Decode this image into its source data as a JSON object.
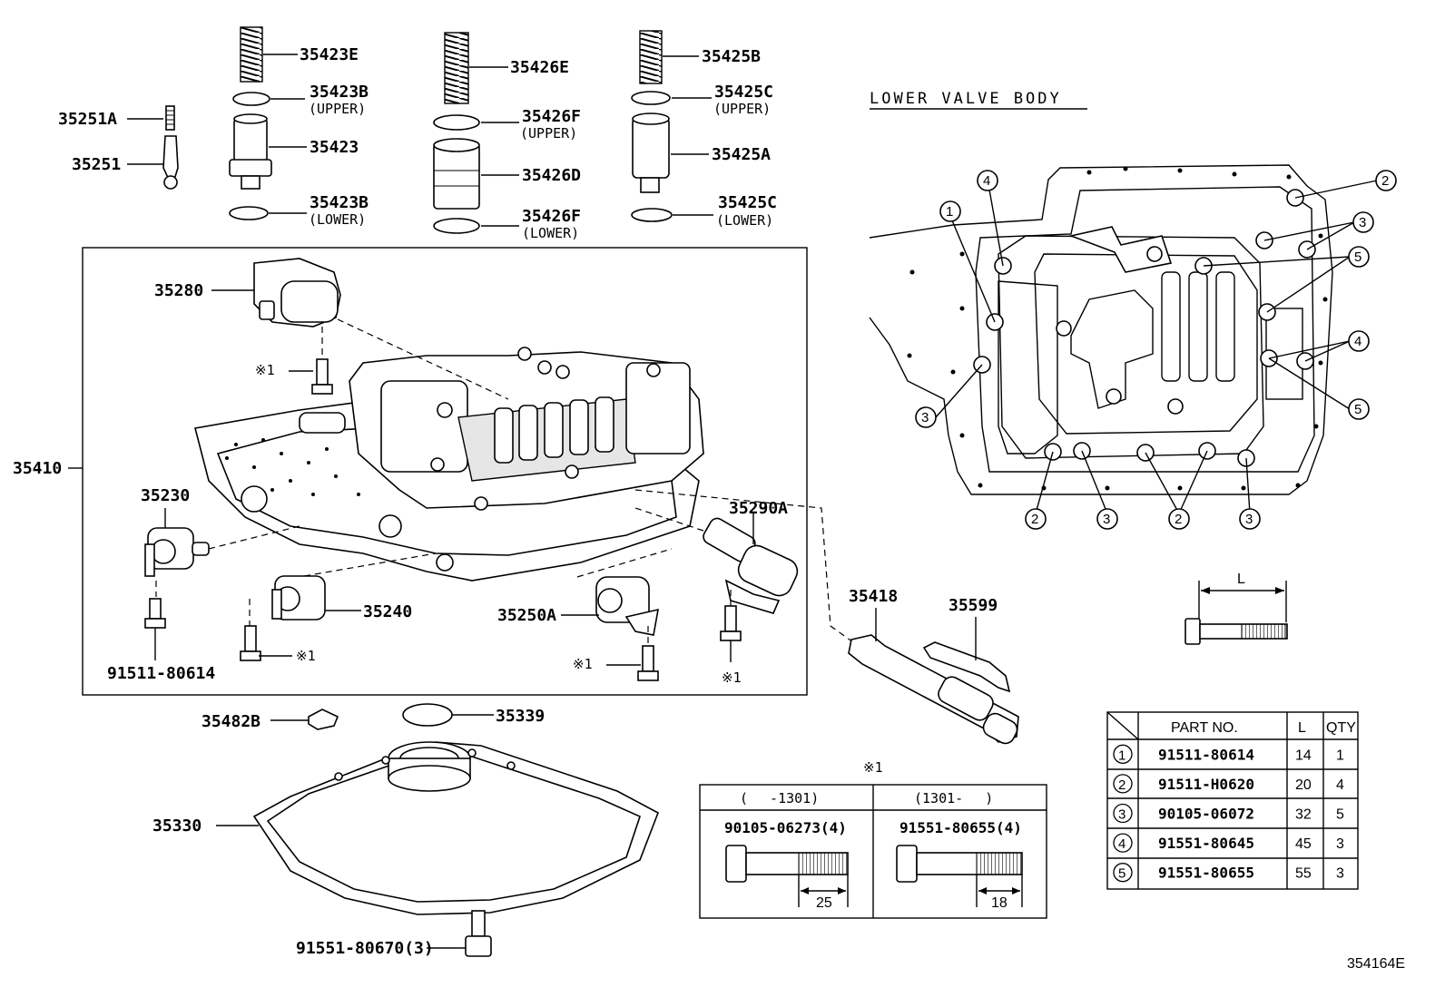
{
  "labels": {
    "p35423E": "35423E",
    "p35423B_upper": "35423B",
    "p35423B_upper_note": "(UPPER)",
    "p35423": "35423",
    "p35423B_lower": "35423B",
    "p35423B_lower_note": "(LOWER)",
    "p35251A": "35251A",
    "p35251": "35251",
    "p35426E": "35426E",
    "p35426F_upper": "35426F",
    "p35426F_upper_note": "(UPPER)",
    "p35426D": "35426D",
    "p35426F_lower": "35426F",
    "p35426F_lower_note": "(LOWER)",
    "p35425B": "35425B",
    "p35425C_upper": "35425C",
    "p35425C_upper_note": "(UPPER)",
    "p35425A": "35425A",
    "p35425C_lower": "35425C",
    "p35425C_lower_note": "(LOWER)",
    "p35280": "35280",
    "p35410": "35410",
    "p35230": "35230",
    "p35290A": "35290A",
    "p35240": "35240",
    "p35250A": "35250A",
    "p91511_80614": "91511-80614",
    "p35418": "35418",
    "p35599": "35599",
    "p35482B": "35482B",
    "p35339": "35339",
    "p35330": "35330",
    "p91551_80670": "91551-80670(3)",
    "note_mark_1": "※1",
    "note_mark_2": "※1",
    "note_mark_3": "※1",
    "note_mark_4": "※1",
    "note_mark_5": "※1",
    "figure_code": "354164E"
  },
  "lower_valve_body": {
    "title": "LOWER VALVE BODY",
    "callouts": [
      "1",
      "2",
      "3",
      "4",
      "5"
    ]
  },
  "bolt_dim": {
    "label": "L"
  },
  "bolt_table": {
    "headers": [
      "PART NO.",
      "L",
      "QTY"
    ],
    "rows": [
      {
        "ref": "1",
        "part_no": "91511-80614",
        "l": "14",
        "qty": "1"
      },
      {
        "ref": "2",
        "part_no": "91511-H0620",
        "l": "20",
        "qty": "4"
      },
      {
        "ref": "3",
        "part_no": "90105-06072",
        "l": "32",
        "qty": "5"
      },
      {
        "ref": "4",
        "part_no": "91551-80645",
        "l": "45",
        "qty": "3"
      },
      {
        "ref": "5",
        "part_no": "91551-80655",
        "l": "55",
        "qty": "3"
      }
    ]
  },
  "note_table": {
    "mark": "※1",
    "col1_range": "(　 -1301)",
    "col2_range": "(1301-　 )",
    "col1_part": "90105-06273(4)",
    "col2_part": "91551-80655(4)",
    "col1_dim": "25",
    "col2_dim": "18"
  }
}
